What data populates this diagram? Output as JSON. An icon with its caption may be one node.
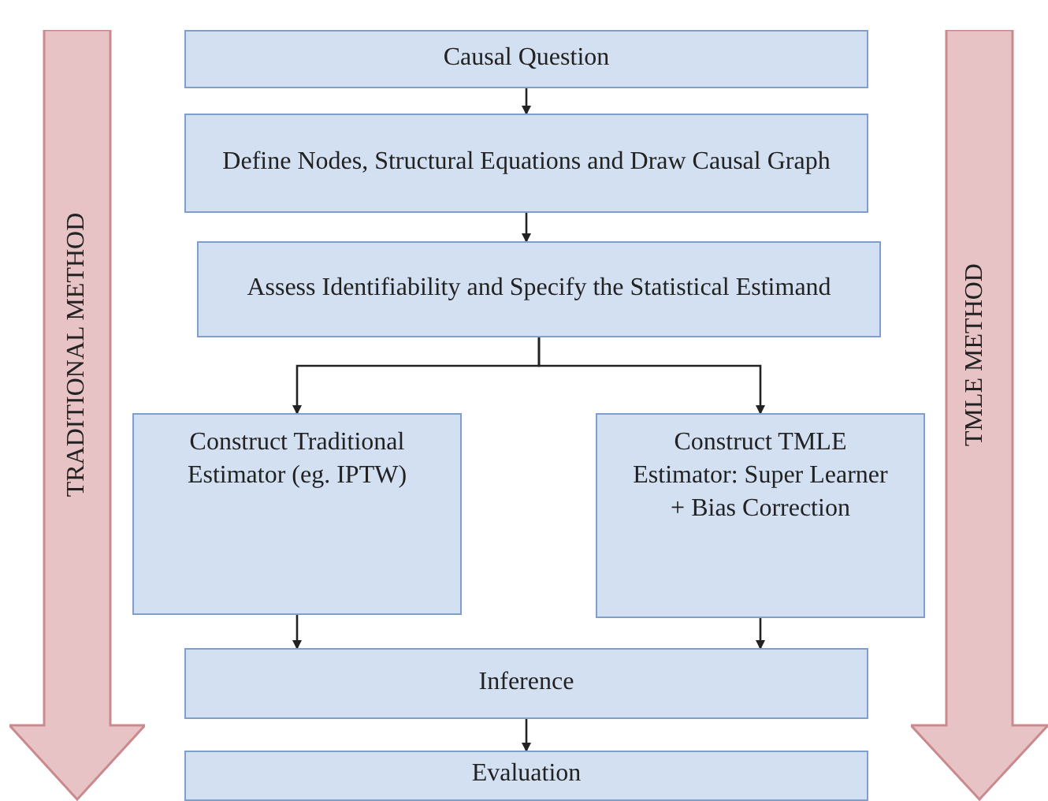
{
  "diagram": {
    "nodes": [
      {
        "text": [
          "Causal Question"
        ]
      },
      {
        "text": [
          "Define Nodes, Structural Equations and Draw Causal Graph"
        ]
      },
      {
        "text": [
          "Assess Identifiability and Specify the Statistical Estimand"
        ]
      },
      {
        "text": [
          "Construct Traditional Estimator (eg. IPTW)"
        ]
      },
      {
        "text": [
          "Construct TMLE Estimator: Super Learner + Bias Correction"
        ]
      },
      {
        "text": [
          "Inference"
        ]
      },
      {
        "text": [
          "Evaluation"
        ]
      },
      {
        "text": [
          "TRADITIONAL METHOD"
        ]
      },
      {
        "text": [
          "TMLE METHOD"
        ]
      }
    ],
    "edges": [
      {
        "from": 0,
        "to": 1,
        "arrow": "to"
      },
      {
        "from": 1,
        "to": 2,
        "arrow": "to"
      },
      {
        "from": 2,
        "to": 3,
        "arrow": "to"
      },
      {
        "from": 2,
        "to": 4,
        "arrow": "to"
      },
      {
        "from": 3,
        "to": 5,
        "arrow": "to"
      },
      {
        "from": 4,
        "to": 5,
        "arrow": "to"
      },
      {
        "from": 5,
        "to": 6,
        "arrow": "to"
      }
    ]
  }
}
